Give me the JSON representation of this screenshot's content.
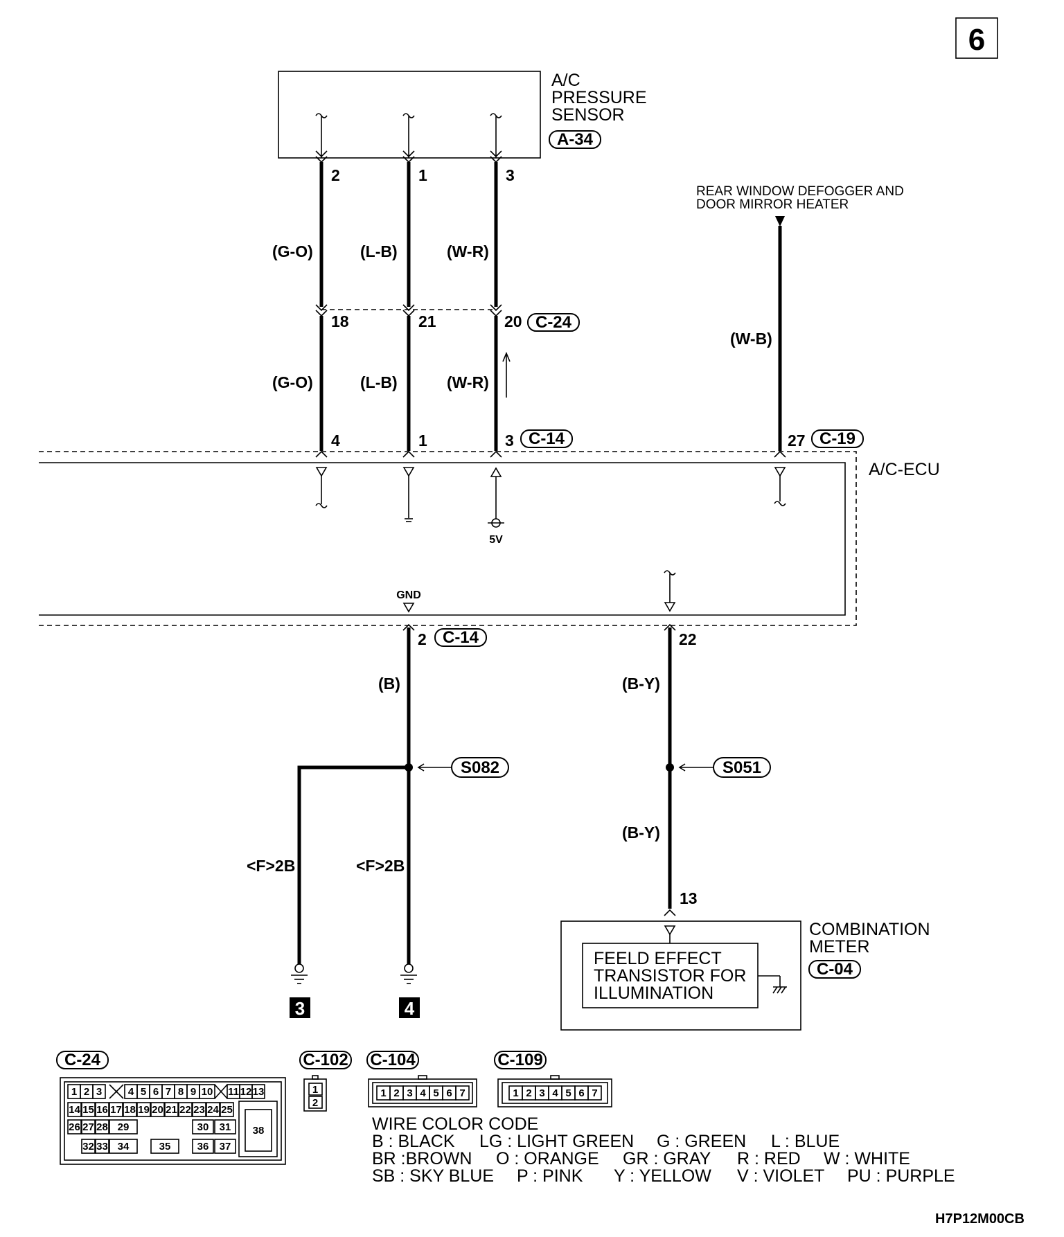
{
  "page_number": "6",
  "sensor": {
    "name_l1": "A/C",
    "name_l2": "PRESSURE",
    "name_l3": "SENSOR",
    "connector": "A-34",
    "pins": [
      "2",
      "1",
      "3"
    ]
  },
  "rear_defogger": {
    "label_l1": "REAR WINDOW DEFOGGER AND",
    "label_l2": "DOOR MIRROR HEATER",
    "wire": "(W-B)"
  },
  "wires_upper": [
    "(G-O)",
    "(L-B)",
    "(W-R)"
  ],
  "junction": {
    "pins": [
      "18",
      "21",
      "20"
    ],
    "connector": "C-24"
  },
  "wires_mid": [
    "(G-O)",
    "(L-B)",
    "(W-R)"
  ],
  "ecu": {
    "name": "A/C-ECU",
    "pins_top": [
      "4",
      "1",
      "3"
    ],
    "connector_top": "C-14",
    "pin_27": "27",
    "connector_27": "C-19",
    "voltage": "5V",
    "gnd": "GND",
    "pin_bottom_left": "2",
    "connector_bottom_left": "C-14",
    "pin_bottom_right": "22"
  },
  "lower_left": {
    "wire": "(B)",
    "splice": "S082",
    "branch_wire_left": "<F>2B",
    "branch_wire_right": "<F>2B",
    "ground_left": "3",
    "ground_right": "4"
  },
  "lower_right": {
    "wire_upper": "(B-Y)",
    "splice": "S051",
    "wire_lower": "(B-Y)",
    "pin": "13"
  },
  "meter": {
    "name_l1": "COMBINATION",
    "name_l2": "METER",
    "connector": "C-04",
    "inner_l1": "FEELD EFFECT",
    "inner_l2": "TRANSISTOR FOR",
    "inner_l3": "ILLUMINATION"
  },
  "connectors": {
    "c24": {
      "label": "C-24",
      "row1": [
        "1",
        "2",
        "3",
        "4",
        "5",
        "6",
        "7",
        "8",
        "9",
        "10",
        "11",
        "12",
        "13"
      ],
      "row2": [
        "14",
        "15",
        "16",
        "17",
        "18",
        "19",
        "20",
        "21",
        "22",
        "23",
        "24",
        "25"
      ],
      "row3": [
        "26",
        "27",
        "28",
        "29",
        "30",
        "31"
      ],
      "row4": [
        "32",
        "33",
        "34",
        "35",
        "36",
        "37"
      ],
      "big": "38"
    },
    "c102": {
      "label": "C-102",
      "pins": [
        "1",
        "2"
      ]
    },
    "c104": {
      "label": "C-104",
      "pins": [
        "1",
        "2",
        "3",
        "4",
        "5",
        "6",
        "7"
      ]
    },
    "c109": {
      "label": "C-109",
      "pins": [
        "1",
        "2",
        "3",
        "4",
        "5",
        "6",
        "7"
      ]
    }
  },
  "wire_color_code": {
    "title": "WIRE COLOR CODE",
    "row1": [
      "B : BLACK",
      "LG : LIGHT GREEN",
      "G : GREEN",
      "L : BLUE"
    ],
    "row2": [
      "BR :BROWN",
      "O : ORANGE",
      "GR : GRAY",
      "R : RED",
      "W : WHITE"
    ],
    "row3": [
      "SB : SKY BLUE",
      "P : PINK",
      "Y : YELLOW",
      "V : VIOLET",
      "PU : PURPLE"
    ]
  },
  "diagram_code": "H7P12M00CB"
}
